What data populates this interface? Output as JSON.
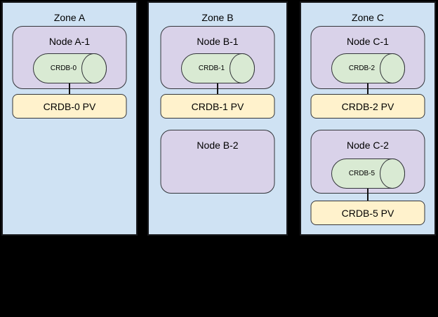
{
  "diagram": {
    "background_color": "#000000",
    "zone_fill": "#cfe2f3",
    "node_fill": "#d9d2e9",
    "database_fill": "#d9ead3",
    "pv_fill": "#fff2cc",
    "border_color": "#222222"
  },
  "zones": [
    {
      "title": "Zone A",
      "nodes": [
        {
          "title": "Node A-1",
          "db": "CRDB-0",
          "pv": "CRDB-0 PV"
        }
      ]
    },
    {
      "title": "Zone B",
      "nodes": [
        {
          "title": "Node B-1",
          "db": "CRDB-1",
          "pv": "CRDB-1 PV"
        },
        {
          "title": "Node B-2"
        }
      ]
    },
    {
      "title": "Zone C",
      "nodes": [
        {
          "title": "Node C-1",
          "db": "CRDB-2",
          "pv": "CRDB-2 PV"
        },
        {
          "title": "Node C-2",
          "db": "CRDB-5",
          "pv": "CRDB-5 PV"
        }
      ]
    }
  ]
}
